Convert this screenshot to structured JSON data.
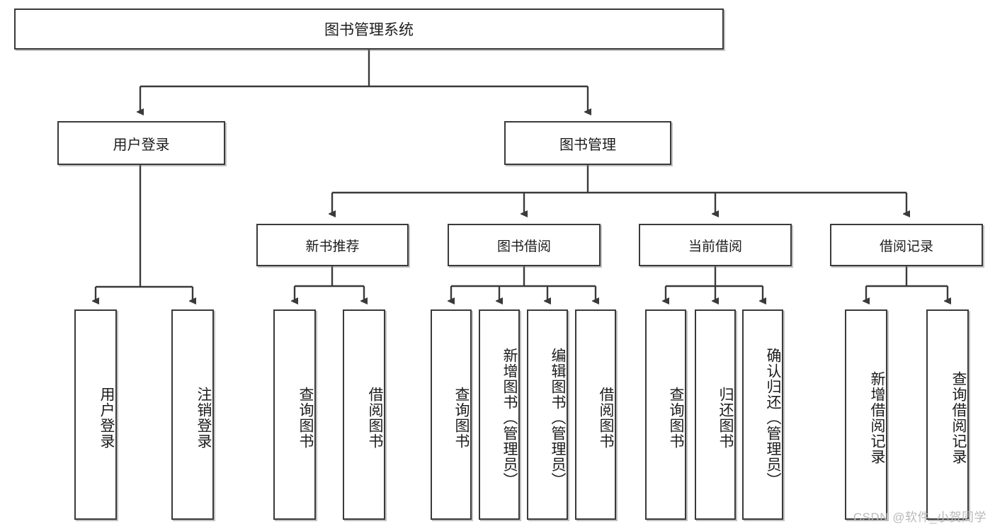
{
  "diagram": {
    "type": "tree",
    "title": "图书管理系统",
    "root": {
      "label": "图书管理系统"
    },
    "level1": [
      {
        "label": "用户登录"
      },
      {
        "label": "图书管理"
      }
    ],
    "level2": [
      {
        "label": "新书推荐",
        "parent": "图书管理"
      },
      {
        "label": "图书借阅",
        "parent": "图书管理"
      },
      {
        "label": "当前借阅",
        "parent": "图书管理"
      },
      {
        "label": "借阅记录",
        "parent": "图书管理"
      }
    ],
    "leaves": {
      "user_login": [
        {
          "label": "用户登录"
        },
        {
          "label": "注销登录"
        }
      ],
      "new_book_recommend": [
        {
          "label": "查询图书"
        },
        {
          "label": "借阅图书"
        }
      ],
      "book_borrow": [
        {
          "label": "查询图书"
        },
        {
          "label": "新增图书（管理员）"
        },
        {
          "label": "编辑图书（管理员）"
        },
        {
          "label": "借阅图书"
        }
      ],
      "current_borrow": [
        {
          "label": "查询图书"
        },
        {
          "label": "归还图书"
        },
        {
          "label": "确认归还（管理员）"
        }
      ],
      "borrow_record": [
        {
          "label": "新增借阅记录"
        },
        {
          "label": "查询借阅记录"
        }
      ]
    }
  },
  "watermark": {
    "text": "CSDN @软件_小贺同学"
  },
  "colors": {
    "border": "#3a3a3a",
    "background": "#ffffff",
    "text": "#1c1c1c",
    "watermark": "#b9b9b9"
  }
}
